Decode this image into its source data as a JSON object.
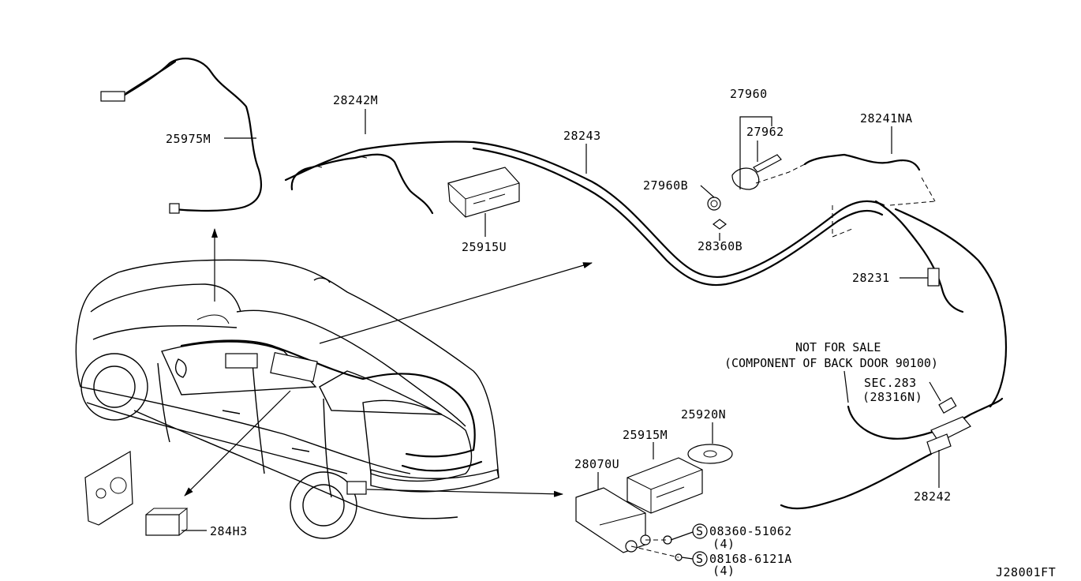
{
  "labels": {
    "p25975M": "25975M",
    "p28242M": "28242M",
    "p28243": "28243",
    "p25915U": "25915U",
    "p27960": "27960",
    "p27962": "27962",
    "p27960B": "27960B",
    "p28360B": "28360B",
    "p28241NA": "28241NA",
    "p28231": "28231",
    "not_for_sale": "NOT FOR SALE",
    "component_note": "(COMPONENT OF BACK DOOR 90100)",
    "sec283": "SEC.283",
    "sec283_sub": "(28316N)",
    "p28242": "28242",
    "p25920N": "25920N",
    "p25915M": "25915M",
    "p28070U": "28070U",
    "p284H3": "284H3",
    "bolt1": "08360-51062",
    "bolt1_qty": "(4)",
    "bolt2": "08168-6121A",
    "bolt2_qty": "(4)",
    "screw_symbol": "S",
    "diagram_code": "J28001FT"
  },
  "icons": [
    "arrow-icon",
    "screw-symbol-icon"
  ]
}
